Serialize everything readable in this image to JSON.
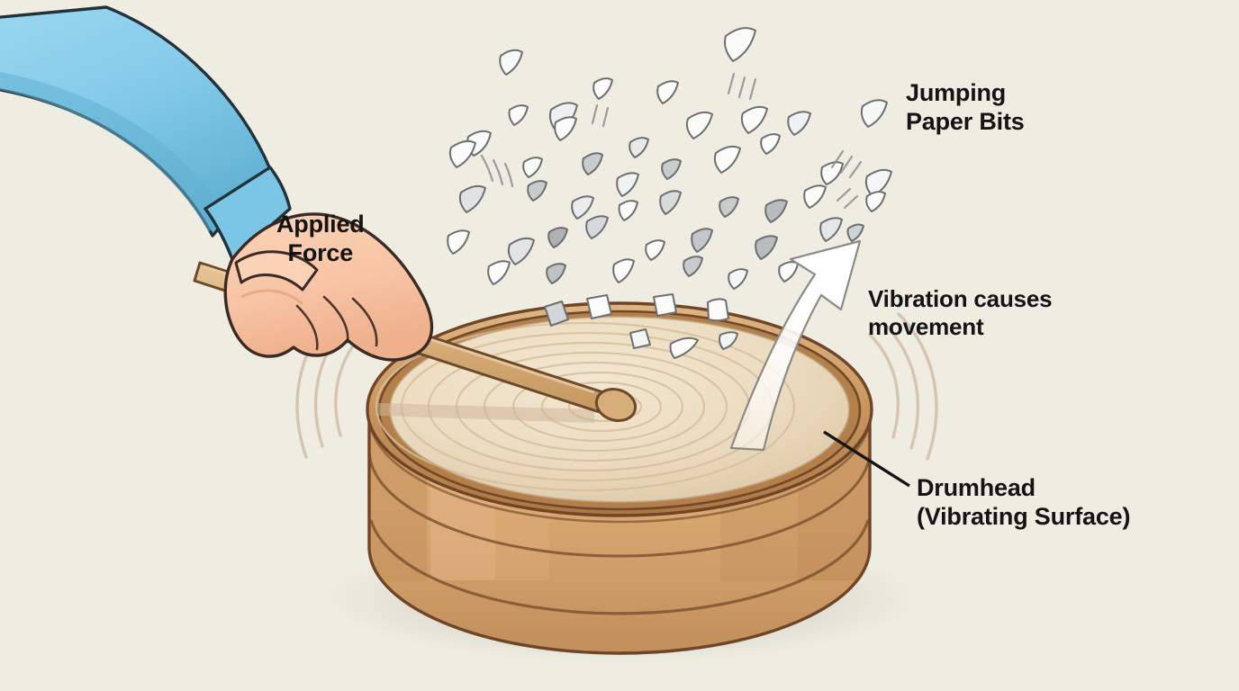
{
  "title": "Drum vibration diagram",
  "background_color": "#efece1",
  "labels": {
    "jumping_paper_bits": "Jumping\nPaper Bits",
    "vibration_causes_movement": "Vibration causes\nmovement",
    "drumhead": "Drumhead\n(Vibrating Surface)",
    "applied_force": "Applied\nForce"
  },
  "colors": {
    "background": "#efece1",
    "text": "#141414",
    "sleeve_light": "#8fd0ec",
    "sleeve_mid": "#79c4e3",
    "sleeve_shadow": "#62b0d2",
    "sleeve_outline": "#22313a",
    "skin": "#f7c3a4",
    "skin_shadow": "#eeae8d",
    "skin_outline": "#3b2a23",
    "stick_wood": "#d4a872",
    "stick_light": "#e3bc8b",
    "stick_outline": "#6b4a2a",
    "drumhead_light": "#f0e2ca",
    "drumhead_mid": "#e8d6b8",
    "drumhead_shade": "#ddc8a5",
    "rim_light": "#dcae78",
    "rim_mid": "#c9935c",
    "rim_dark": "#8c5a32",
    "shell_light": "#e0b281",
    "shell_mid": "#d4a06b",
    "shell_dark": "#c08e5c",
    "shell_outline": "#6e4526",
    "paper_white": "#fbfbfa",
    "paper_gray": "#b9bcbe",
    "paper_outline": "#6c6f72",
    "arrow_fill": "#fdfdfc",
    "arrow_outline": "#8a8a86",
    "shadow": "#cfccc2",
    "leader_line": "#141414"
  },
  "elements": {
    "drum": "hand drum with wooden shell and vibrating drumhead",
    "drumstick": "wooden drumstick with rounded bead tip striking drumhead",
    "hand": "hand in light blue sleeve gripping drumstick",
    "paper_bits_count": 48,
    "arrow": "curved upward arrow showing vibration movement",
    "ripples": "concentric rings on drumhead indicating vibration",
    "blur_arcs": "motion arcs around drum rim"
  }
}
